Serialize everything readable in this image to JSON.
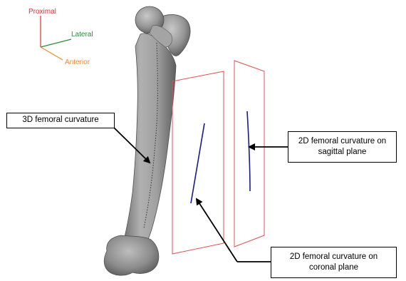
{
  "axes": {
    "proximal": {
      "label": "Proximal",
      "color": "#e0302a"
    },
    "lateral": {
      "label": "Lateral",
      "color": "#2e8b3e"
    },
    "anterior": {
      "label": "Anterior",
      "color": "#f08a2a"
    }
  },
  "callouts": {
    "curvature_3d": "3D femoral curvature",
    "sagittal_line1": "2D femoral curvature on",
    "sagittal_line2": "sagittal plane",
    "coronal_line1": "2D femoral curvature on",
    "coronal_line2": "coronal plane"
  },
  "colors": {
    "plane_outline": "#e05050",
    "curvature_line": "#1a1a8c",
    "bone_fill": "#9a9a9a",
    "bone_dark": "#5a5a5a"
  }
}
